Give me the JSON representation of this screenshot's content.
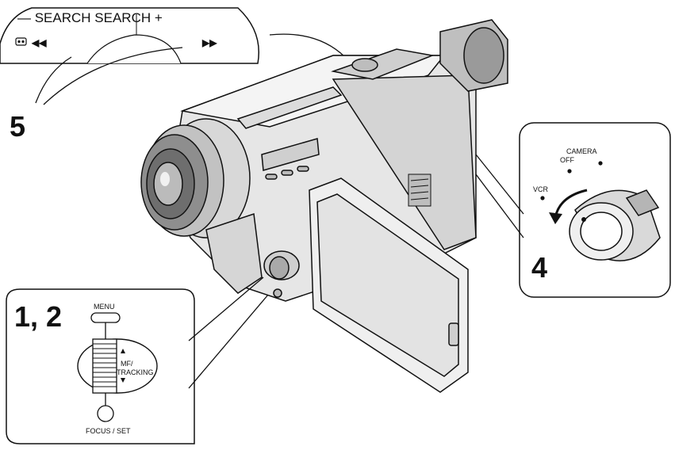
{
  "search_callout": {
    "title": "— SEARCH SEARCH +",
    "rewind_symbol": "◀◀",
    "forward_symbol": "▶▶",
    "tape_icon": "tape-icon"
  },
  "step_labels": {
    "search": "5",
    "power": "4",
    "menu_focus": "1, 2"
  },
  "power_dial": {
    "vcr": "VCR",
    "off": "OFF",
    "camera": "CAMERA"
  },
  "control_panel": {
    "menu": "MENU",
    "mf_line1": "MF/",
    "mf_line2": "TRACKING",
    "focus_set": "FOCUS / SET"
  },
  "colors": {
    "line": "#111111",
    "body_light": "#e9e9e9",
    "body_mid": "#c8c8c8",
    "body_dark": "#8a8a8a"
  }
}
